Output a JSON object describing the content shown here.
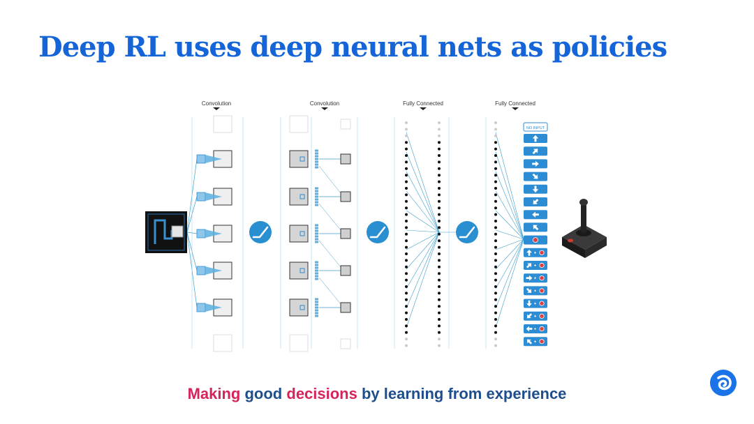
{
  "slide": {
    "title": "Deep RL uses deep neural nets as policies",
    "tagline": {
      "w1": "Making",
      "w2": "good",
      "w3": "decisions",
      "w4": "by learning from experience"
    }
  },
  "diagram": {
    "layer_labels": [
      "Convolution",
      "Convolution",
      "Fully Connected",
      "Fully Connected"
    ],
    "activation_icon": "relu-icon",
    "input_icon": "game-screen-icon",
    "controller_icon": "joystick-icon",
    "no_input_label": "NO INPUT",
    "actions": [
      "up",
      "up-right",
      "right",
      "down-right",
      "down",
      "down-left",
      "left",
      "up-left",
      "fire",
      "up+fire",
      "up-right+fire",
      "right+fire",
      "down-right+fire",
      "down+fire",
      "down-left+fire",
      "left+fire",
      "up-left+fire"
    ]
  },
  "colors": {
    "title": "#1565d8",
    "accent": "#d6245a",
    "tagline": "#1f4e8c",
    "node": "#2c8dd4",
    "activation": "#2a8fd1"
  },
  "logo_icon": "deepmind-logo-icon"
}
